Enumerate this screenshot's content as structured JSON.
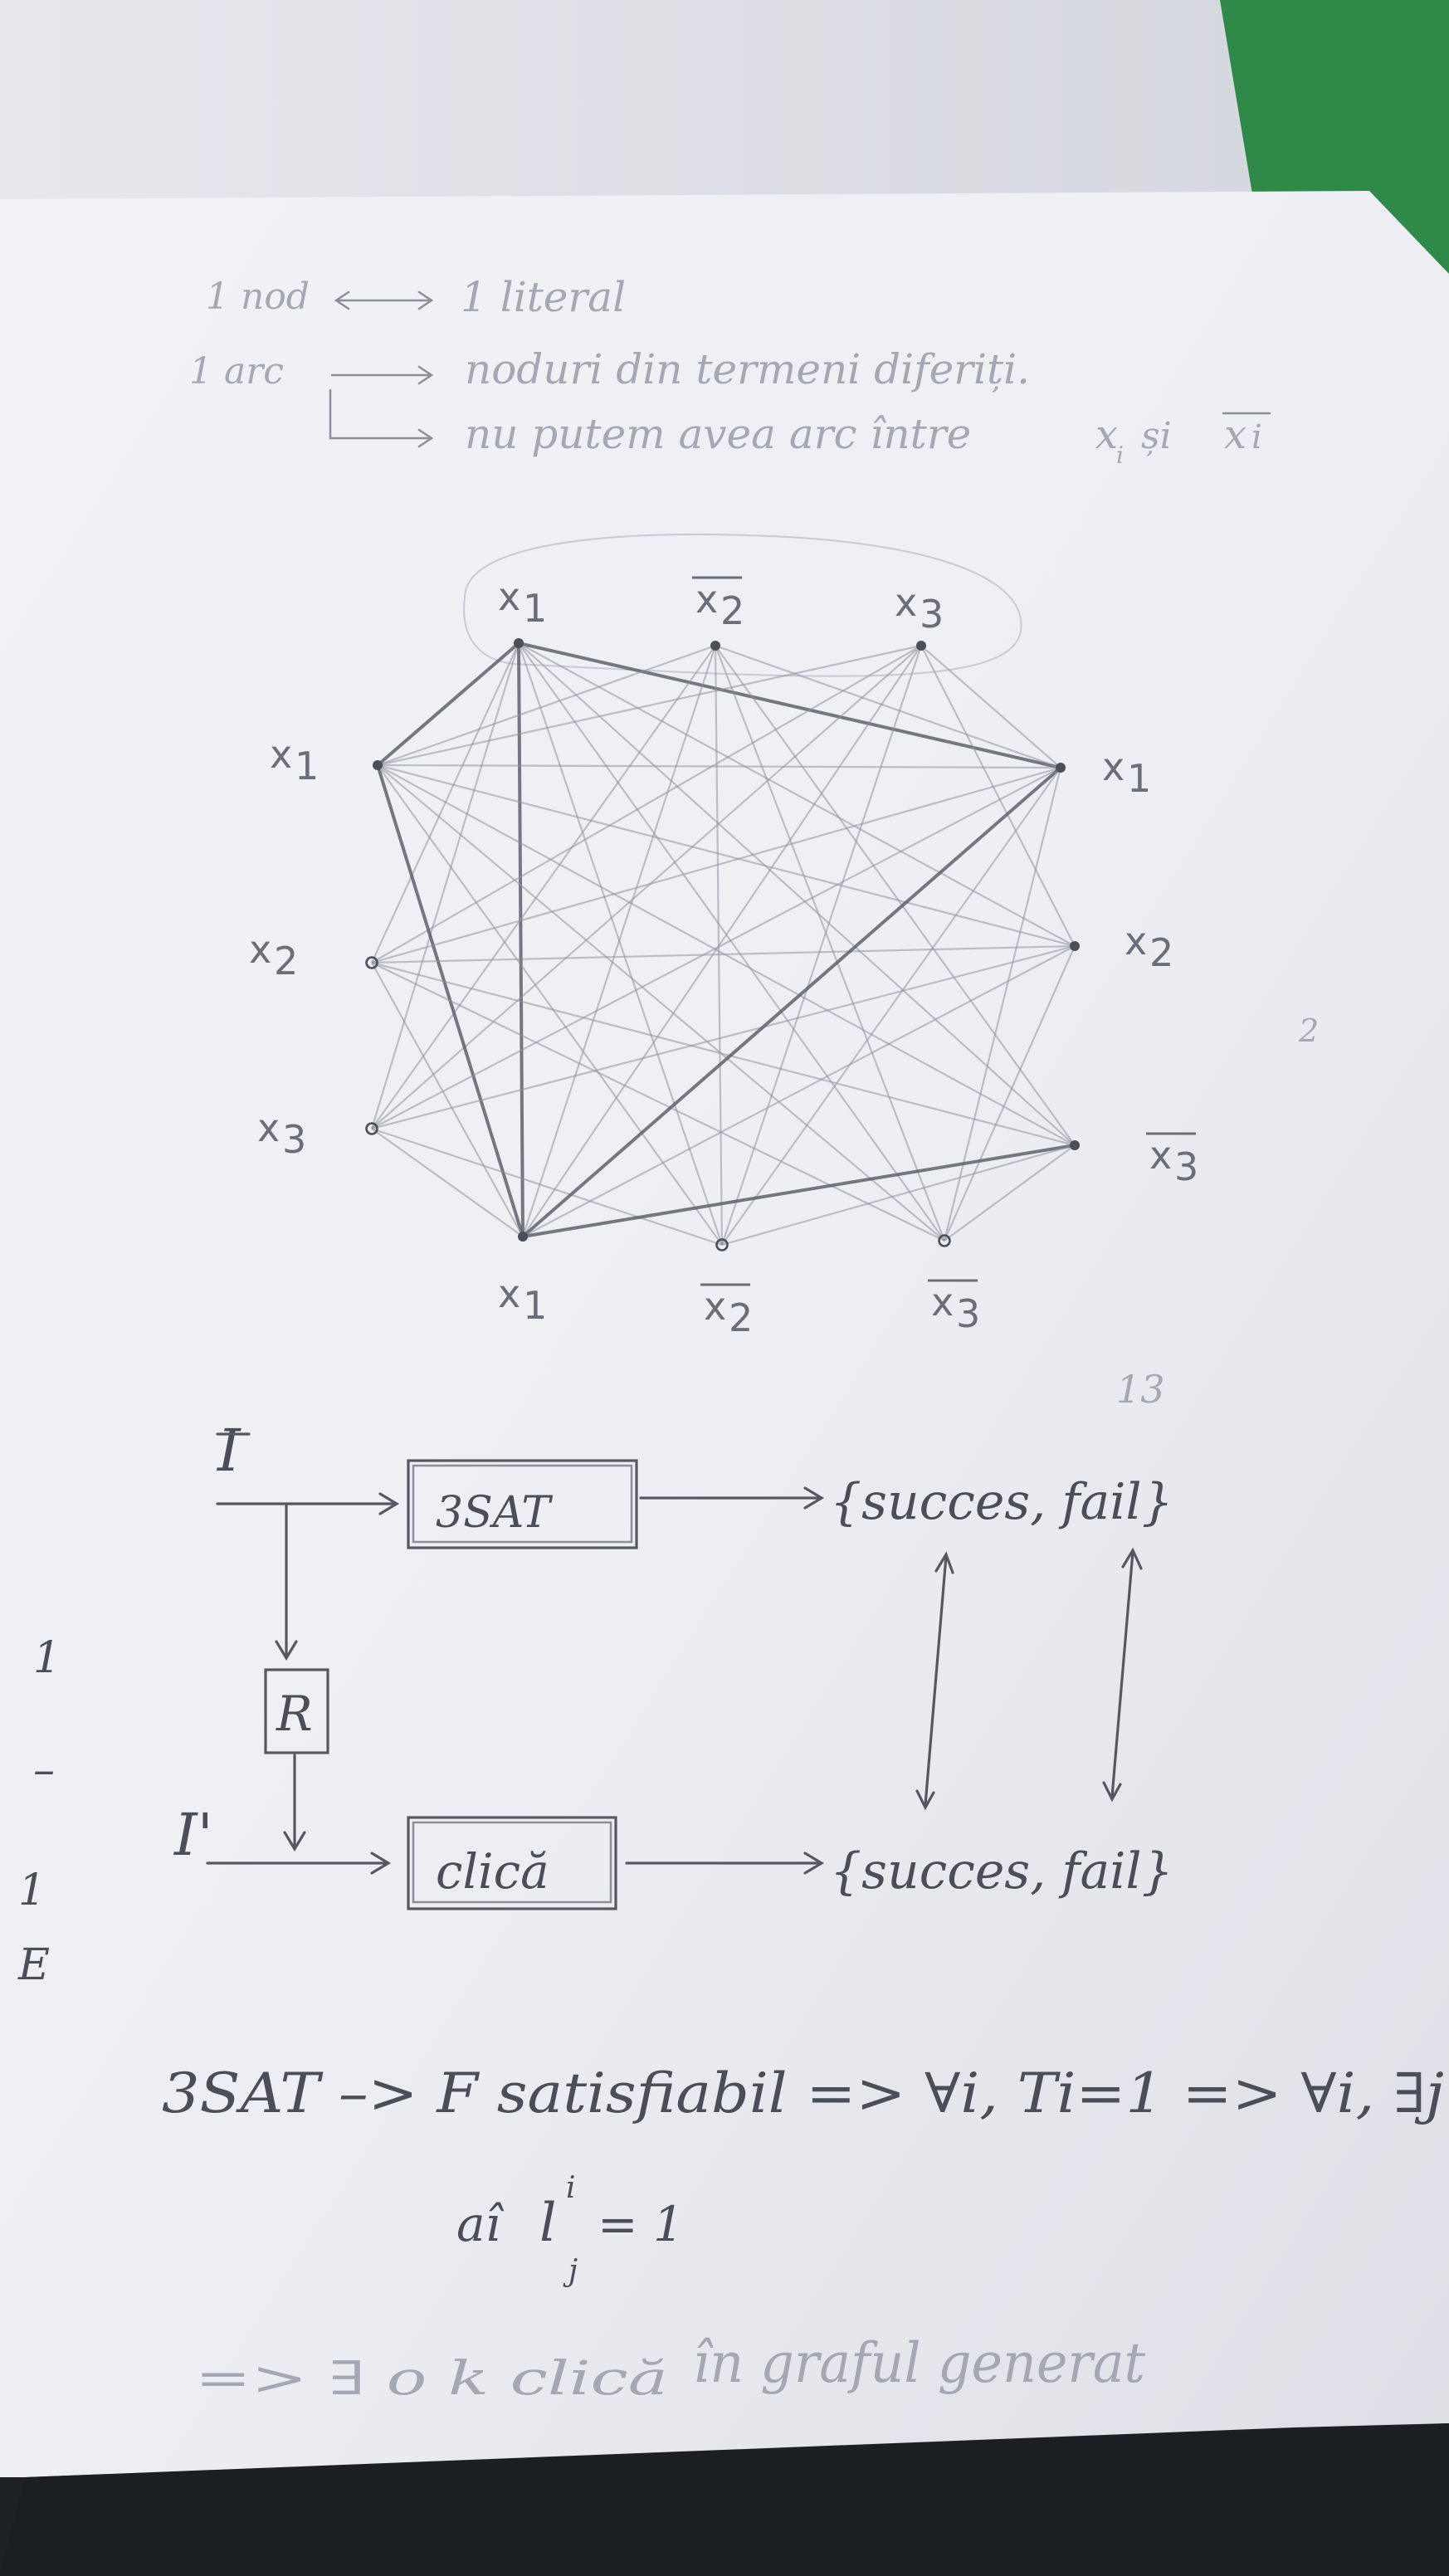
{
  "notes_top": {
    "line1_left": "1 nod",
    "line1_right": "1 literal",
    "line2_left": "1 arc",
    "line2_right": "noduri din termeni diferiți.",
    "line3_right": "nu putem avea arc între",
    "line3_x": "x",
    "line3_sub": "i",
    "line3_si": "și",
    "line3_xbar": "x",
    "line3_bar_sub": "i"
  },
  "graph": {
    "nodes": [
      {
        "id": "t1",
        "label": "x",
        "sub": "1",
        "negated": false,
        "filled": true
      },
      {
        "id": "t2",
        "label": "x",
        "sub": "2",
        "negated": true,
        "filled": true
      },
      {
        "id": "t3",
        "label": "x",
        "sub": "3",
        "negated": false,
        "filled": true
      },
      {
        "id": "l1",
        "label": "x",
        "sub": "1",
        "negated": false,
        "filled": true
      },
      {
        "id": "l2",
        "label": "x",
        "sub": "2",
        "negated": false,
        "filled": false
      },
      {
        "id": "l3",
        "label": "x",
        "sub": "3",
        "negated": false,
        "filled": false
      },
      {
        "id": "r1",
        "label": "x",
        "sub": "1",
        "negated": false,
        "filled": true
      },
      {
        "id": "r2",
        "label": "x",
        "sub": "2",
        "negated": false,
        "filled": true
      },
      {
        "id": "r3",
        "label": "x",
        "sub": "3",
        "negated": true,
        "filled": true
      },
      {
        "id": "b1",
        "label": "x",
        "sub": "1",
        "negated": false,
        "filled": true
      },
      {
        "id": "b2",
        "label": "x",
        "sub": "2",
        "negated": true,
        "filled": false
      },
      {
        "id": "b3",
        "label": "x",
        "sub": "3",
        "negated": true,
        "filled": false
      }
    ],
    "bold_edges": [
      [
        "l1",
        "t1"
      ],
      [
        "t1",
        "r1"
      ],
      [
        "t1",
        "b1"
      ],
      [
        "l1",
        "b1"
      ],
      [
        "r1",
        "b1"
      ],
      [
        "r3",
        "b1"
      ],
      [
        "l3",
        "r3"
      ]
    ]
  },
  "reduction": {
    "input": "I",
    "box_top": "3SAT",
    "out_top": "{succes, fail}",
    "reduction_box": "R",
    "input_prime": "I'",
    "box_bottom": "clică",
    "out_bottom": "{succes, fail}"
  },
  "margin_marks": [
    "1",
    "–",
    "1",
    "E"
  ],
  "conclusion": {
    "line1": "3SAT –> F satisfiabil => ∀i, Ti=1 => ∀i, ∃j",
    "line2_prefix": "aî",
    "line2_l": "l",
    "line2_sup": "i",
    "line2_sub": "j",
    "line2_suffix": "= 1",
    "line3_prefix": "=> ∃ o k clică",
    "line3_suffix": "în graful generat"
  },
  "faint_page_numbers": [
    "2",
    "13"
  ]
}
